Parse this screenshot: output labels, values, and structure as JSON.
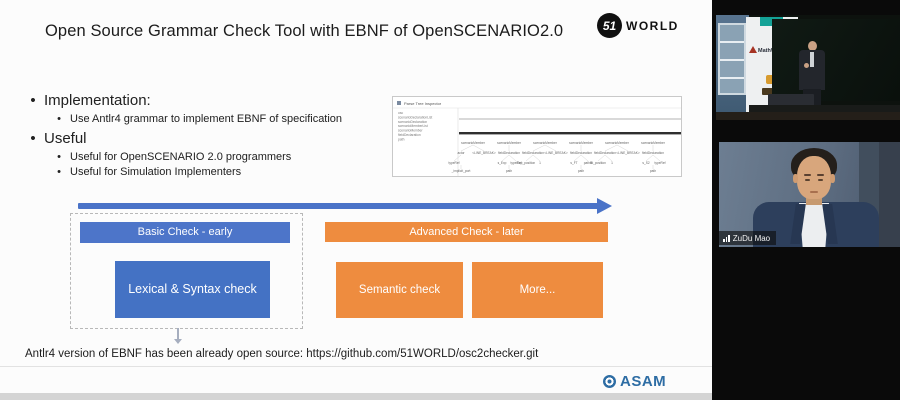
{
  "slide": {
    "title": "Open Source Grammar Check Tool with EBNF of OpenSCENARIO2.0",
    "logo": {
      "circle_text": "51",
      "word": "WORLD"
    },
    "bullets": [
      {
        "label": "Implementation:",
        "subs": [
          "Use Antlr4 grammar to implement EBNF of specification"
        ]
      },
      {
        "label": "Useful",
        "subs": [
          "Useful for OpenSCENARIO 2.0 programmers",
          "Useful for Simulation Implementers"
        ]
      }
    ],
    "diagram": {
      "basic_label": "Basic Check - early",
      "advanced_label": "Advanced Check - later",
      "lexical_label": "Lexical & Syntax check",
      "semantic_label": "Semantic check",
      "more_label": "More...",
      "colors": {
        "blue": "#4a73c8",
        "orange": "#ee8c3f"
      }
    },
    "footnote": "Antlr4 version of EBNF has been already open source: https://github.com/51WORLD/osc2checker.git",
    "footer_logo_text": "ASAM",
    "footer_logo_color": "#2e6da4",
    "screenshot": {
      "window_title": "Parse Tree Inspector",
      "sidebar_items": [
        "osc",
        "scenarioDeclarationList",
        "scenarioDeclaration",
        "scenarioMemberList",
        "scenarioMember",
        "fieldDeclaration",
        "path"
      ],
      "cluster_root": "scenarioMember",
      "clusters": [
        {
          "children": [
            "actor",
            "<LINE_BREAK>"
          ],
          "grands": [
            "typeRef"
          ],
          "leaf": "_implicit_port"
        },
        {
          "children": [
            "fieldDeclaration"
          ],
          "grands": [
            "s_Exp",
            "typeRef"
          ],
          "leaf": "path"
        },
        {
          "children": [
            "fieldDeclaration",
            "<LINE_BREAK>"
          ],
          "grands": [
            "Exp_position",
            "1"
          ],
          "leaf": ""
        },
        {
          "children": [
            "fieldDeclaration"
          ],
          "grands": [
            "s_FT",
            "pathN"
          ],
          "leaf": "path"
        },
        {
          "children": [
            "fieldDeclaration",
            "<LINE_BREAK>"
          ],
          "grands": [
            "At_position",
            "1"
          ],
          "leaf": ""
        },
        {
          "children": [
            "fieldDeclaration"
          ],
          "grands": [
            "s_S2",
            "typeRef"
          ],
          "leaf": "path"
        }
      ]
    }
  },
  "panel": {
    "video1": {
      "banner_text": "MathWorks"
    },
    "video2": {
      "participant_name": "ZuDu Mao"
    }
  }
}
